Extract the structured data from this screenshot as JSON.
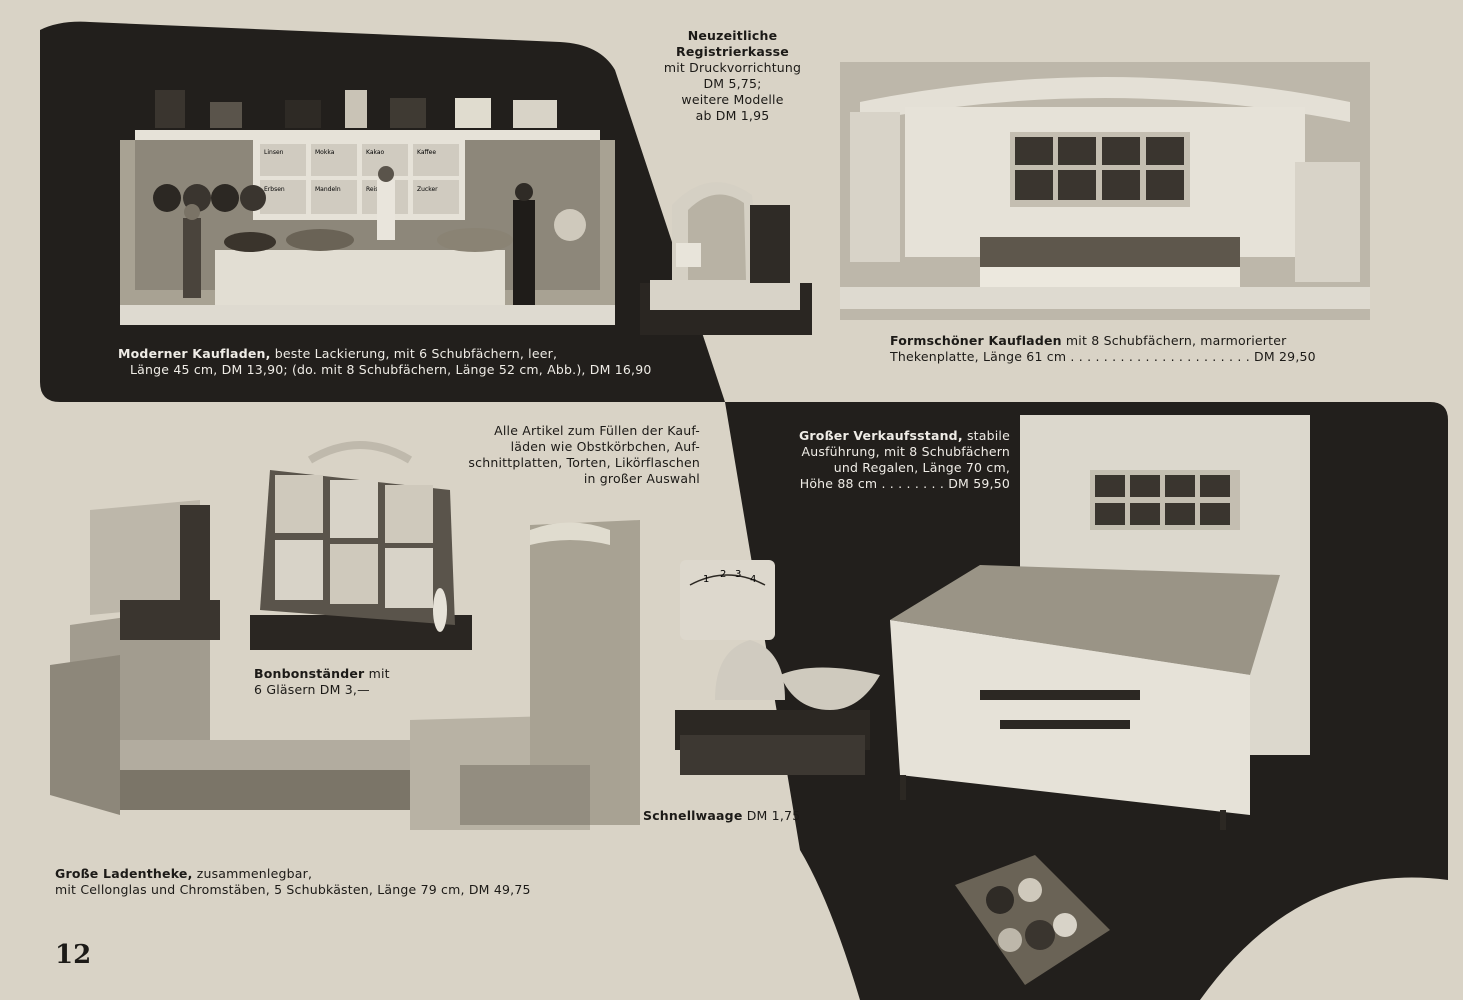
{
  "page_number": "12",
  "captions": {
    "kaufladen_modern": {
      "title": "Moderner Kaufladen,",
      "line1": " beste Lackierung, mit 6 Schubfächern, leer,",
      "line2": "Länge 45 cm, DM 13,90; (do. mit 8 Schubfächern, Länge 52 cm, Abb.), DM 16,90"
    },
    "registrierkasse": {
      "title1": "Neuzeitliche",
      "title2": "Registrierkasse",
      "line1": "mit Druckvorrichtung",
      "line2": "DM 5,75;",
      "line3": "weitere Modelle",
      "line4": "ab DM 1,95"
    },
    "kaufladen_formschoen": {
      "title": "Formschöner Kaufladen",
      "line1": " mit 8 Schubfächern, marmorierter",
      "line2": "Thekenplatte, Länge 61 cm . . . . . . . . . . . . . . . . . . . . . . DM 29,50"
    },
    "artikel": {
      "line1": "Alle Artikel zum Füllen der Kauf-",
      "line2": "läden wie Obstkörbchen, Auf-",
      "line3": "schnittplatten, Torten, Likörflaschen",
      "line4": "in großer Auswahl"
    },
    "verkaufsstand": {
      "title": "Großer Verkaufsstand,",
      "line1": " stabile",
      "line2": "Ausführung, mit 8 Schubfächern",
      "line3": "und Regalen, Länge 70 cm,",
      "line4": "Höhe 88 cm . . . . . . . .  DM 59,50"
    },
    "bonbonstaender": {
      "title": "Bonbonständer",
      "line1": " mit",
      "line2": "6 Gläsern DM 3,—"
    },
    "schnellwaage": {
      "title": "Schnellwaage",
      "line1": " DM 1,75"
    },
    "ladentheke": {
      "title": "Große Ladentheke,",
      "line1": " zusammenlegbar,",
      "line2": "mit Cellonglas und Chromstäben, 5 Schubkästen, Länge 79 cm, DM 49,75"
    }
  },
  "scale_numbers": [
    "1",
    "2",
    "3",
    "4"
  ],
  "drawer_labels": [
    "Linsen",
    "Mokka",
    "Kakao",
    "Kaffee",
    "Erbsen",
    "Mandeln",
    "Reis",
    "Zucker"
  ],
  "colors": {
    "paper": "#d9d3c6",
    "panel": "#221f1c",
    "photo_light": "#c9c3b6"
  }
}
